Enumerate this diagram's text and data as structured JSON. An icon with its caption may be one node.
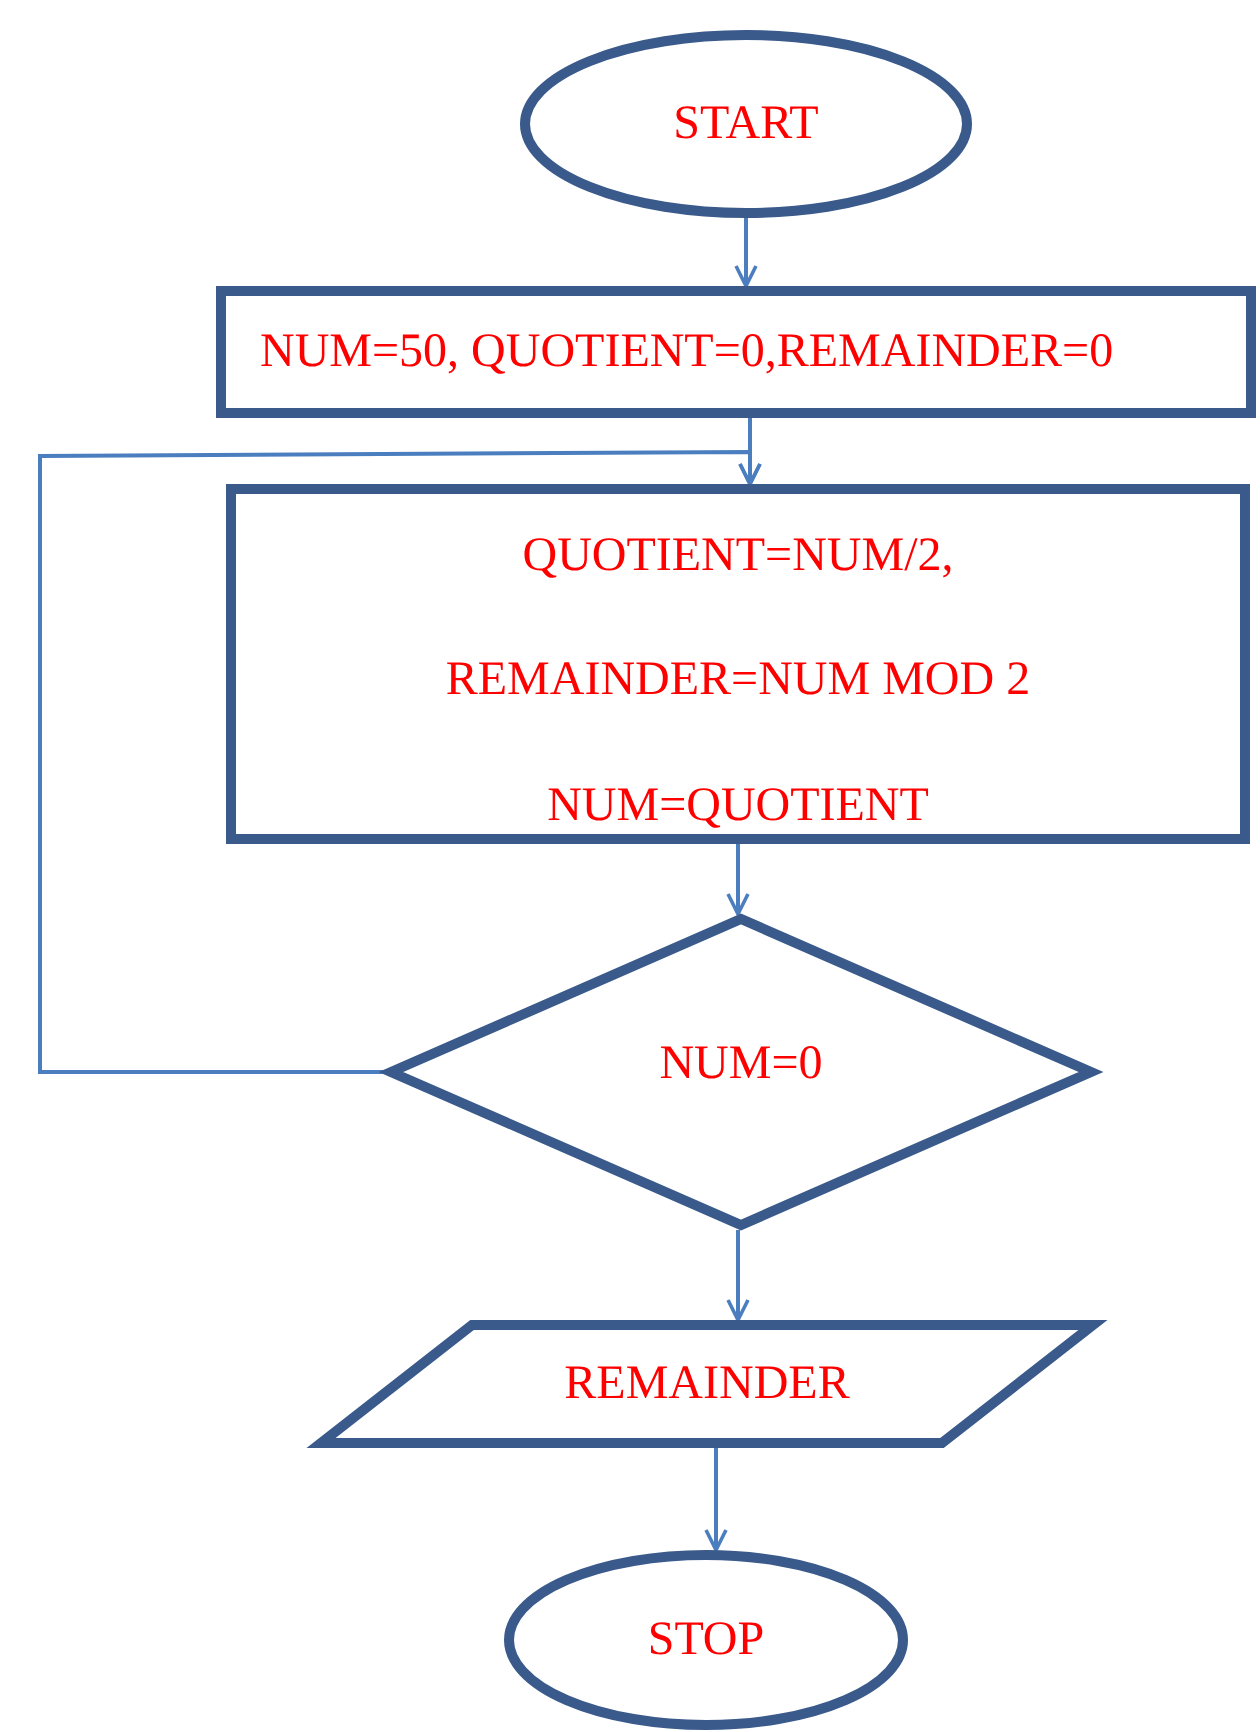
{
  "diagram": {
    "nodes": [
      {
        "text": [
          "START"
        ]
      },
      {
        "text": [
          "NUM=50, QUOTIENT=0,REMAINDER=0"
        ]
      },
      {
        "text": [
          "QUOTIENT=NUM/2,",
          "REMAINDER=NUM MOD 2",
          "NUM=QUOTIENT"
        ]
      },
      {
        "text": [
          "NUM=0"
        ]
      },
      {
        "text": [
          "REMAINDER"
        ]
      },
      {
        "text": [
          "STOP"
        ]
      }
    ],
    "edges": [
      {
        "from": 0,
        "to": 1,
        "arrow": "to"
      },
      {
        "from": 1,
        "to": 2,
        "arrow": "to"
      },
      {
        "from": 2,
        "to": 3,
        "arrow": "to"
      },
      {
        "from": 3,
        "to": 2,
        "arrow": "to"
      },
      {
        "from": 3,
        "to": 4,
        "arrow": "to"
      },
      {
        "from": 4,
        "to": 5,
        "arrow": "to"
      }
    ]
  }
}
